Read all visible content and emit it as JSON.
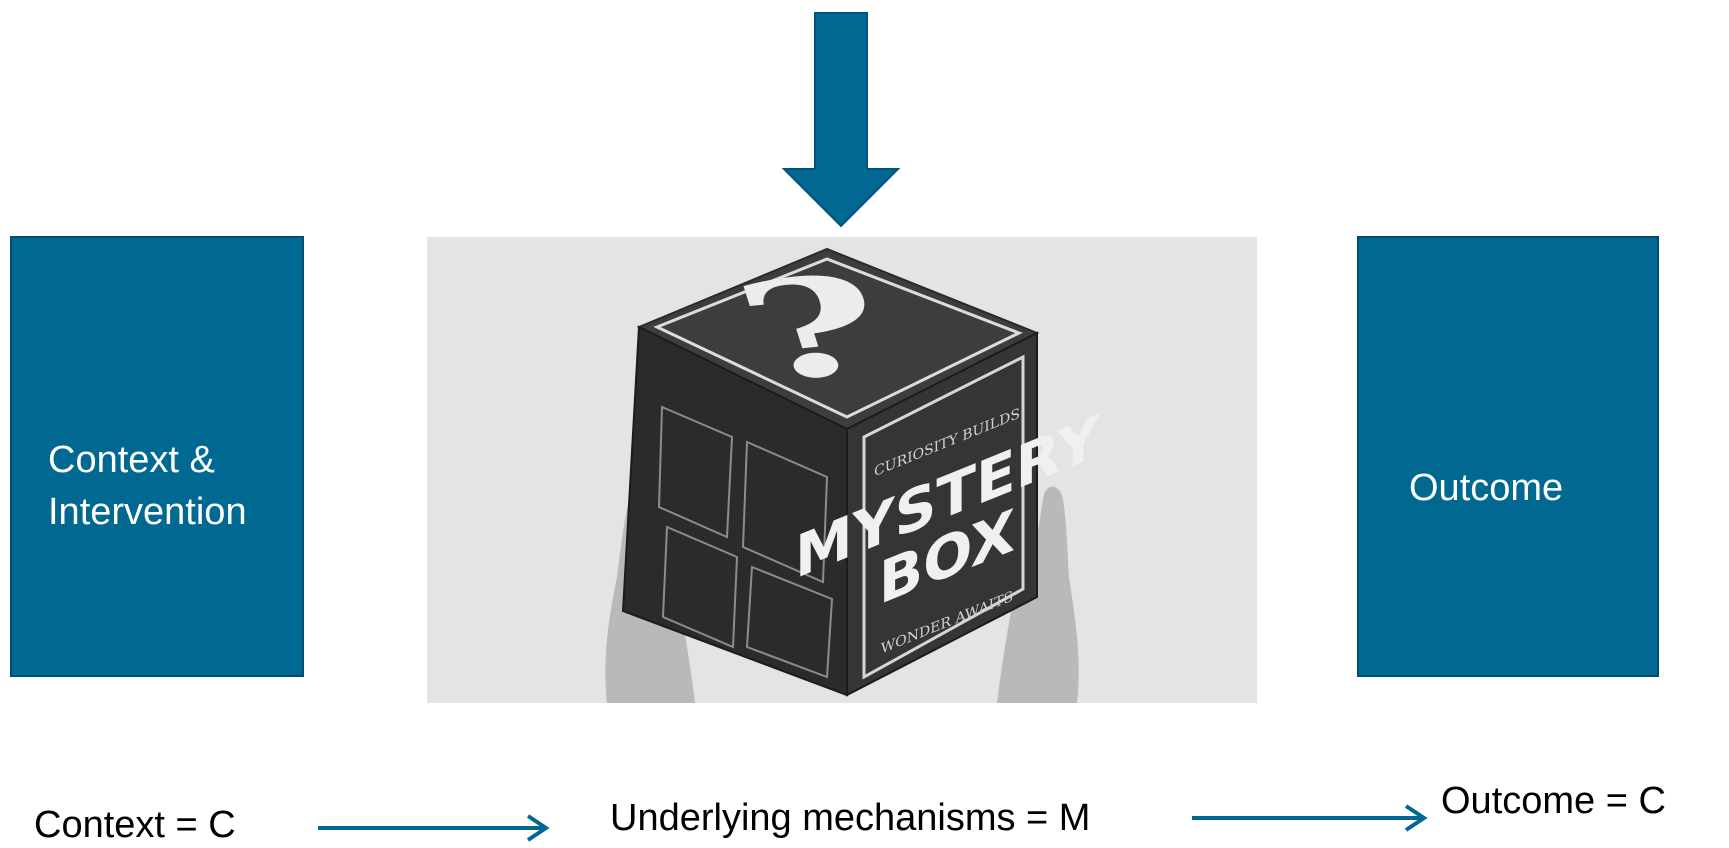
{
  "colors": {
    "box_fill": "#006891",
    "arrow": "#006891",
    "text_on_box": "#ffffff",
    "caption_text": "#000000"
  },
  "left_box": {
    "line1": "Context &",
    "line2": "Intervention"
  },
  "right_box": {
    "label": "Outcome"
  },
  "mystery_box": {
    "question_mark": "?",
    "title_line1": "MYSTERY",
    "title_line2": "BOX",
    "tagline_top": "CURIOSITY BUILDS",
    "tagline_bottom": "WONDER AWAITS"
  },
  "captions": {
    "context": "Context = C",
    "mechanisms": "Underlying mechanisms = M",
    "outcome": "Outcome = C"
  },
  "icons": [
    "down-arrow-icon",
    "right-arrow-icon"
  ]
}
